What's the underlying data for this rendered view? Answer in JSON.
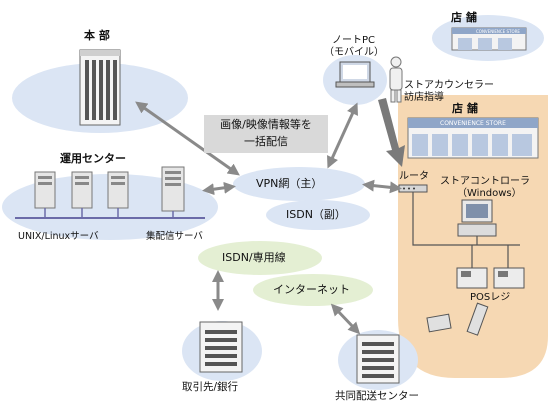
{
  "labels": {
    "headquarters": "本 部",
    "operation_center": "運用センター",
    "unix_server": "UNIX/Linuxサーバ",
    "distribution_server": "集配信サーバ",
    "broadcast_note_line1": "画像/映像情報等を",
    "broadcast_note_line2": "一括配信",
    "vpn_main": "VPN網（主）",
    "isdn_sub": "ISDN（副）",
    "isdn_leased": "ISDN/専用線",
    "internet": "インターネット",
    "partner_bank": "取引先/銀行",
    "joint_delivery_center": "共同配送センター",
    "notebook_pc_line1": "ノートPC",
    "notebook_pc_line2": "（モバイル）",
    "store_counselor_line1": "ストアカウンセラー",
    "store_counselor_line2": "訪店指導",
    "store_top": "店 舗",
    "store_main": "店 舗",
    "router": "ルータ",
    "store_controller_line1": "ストアコントローラ",
    "store_controller_line2": "（Windows）",
    "pos_register": "POSレジ",
    "store_sign_top": "CONVENIENCE STORE",
    "store_sign_main": "CONVENIENCE STORE"
  },
  "colors": {
    "cloud_blue": "#dbe5f4",
    "cloud_green": "#e4efd3",
    "store_region": "#f6d8b3",
    "arrow_gray": "#8a8a8a",
    "note_box": "#d9d9d9",
    "counselor_arrow": "#7a7a7a"
  }
}
